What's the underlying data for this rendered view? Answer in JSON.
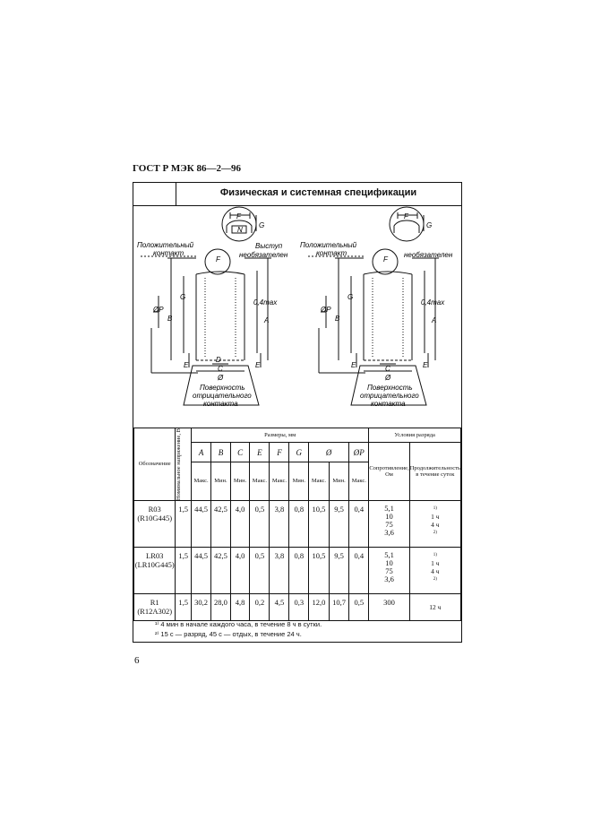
{
  "doc": {
    "header": "ГОСТ Р МЭК 86—2—96",
    "page_number": "6",
    "title": "Физическая и системная спецификации"
  },
  "drawing": {
    "labels": {
      "positive_1": "Положительный",
      "positive_2": "контакт",
      "bulge_1": "Выступ",
      "bulge_2": "необязателен",
      "negative_1": "Поверхность",
      "negative_2": "отрицательного",
      "negative_3": "контакта",
      "F": "F",
      "N": "N",
      "G": "G",
      "A": "A",
      "B": "B",
      "C": "C",
      "D": "D",
      "E": "E",
      "dia": "Ø",
      "fiP": "ØP",
      "a04": "0,4max"
    }
  },
  "table": {
    "header": {
      "designation": "Обозначение",
      "voltage": "Номинальное напряжение, В",
      "dimensions": "Размеры, мм",
      "discharge": "Условия разряда",
      "cols": [
        "A",
        "B",
        "C",
        "E",
        "F",
        "G",
        "Ø",
        "ØP"
      ],
      "sub": [
        "Макс.",
        "Мин.",
        "Мин.",
        "Макс.",
        "Макс.",
        "Мин.",
        "Макс.",
        "Мин.",
        "Макс."
      ],
      "resistance": "Сопротивление, Ом",
      "duration": "Продолжительность в течение суток"
    },
    "rows": [
      {
        "name": "R03",
        "iec": "(R10G445)",
        "v": "1,5",
        "vals": [
          "44,5",
          "42,5",
          "4,0",
          "0,5",
          "3,8",
          "0,8",
          "10,5",
          "9,5",
          "0,4"
        ],
        "res": [
          "5,1",
          "10",
          "75",
          "3,6"
        ],
        "dur": [
          "1)",
          "1 ч",
          "4 ч",
          "2)"
        ]
      },
      {
        "name": "LR03",
        "iec": "(LR10G445)",
        "v": "1,5",
        "vals": [
          "44,5",
          "42,5",
          "4,0",
          "0,5",
          "3,8",
          "0,8",
          "10,5",
          "9,5",
          "0,4"
        ],
        "res": [
          "5,1",
          "10",
          "75",
          "3,6"
        ],
        "dur": [
          "1)",
          "1 ч",
          "4 ч",
          "2)"
        ]
      },
      {
        "name": "R1",
        "iec": "(R12A302)",
        "v": "1,5",
        "vals": [
          "30,2",
          "28,0",
          "4,8",
          "0,2",
          "4,5",
          "0,3",
          "12,0",
          "10,7",
          "0,5"
        ],
        "res": [
          "300"
        ],
        "dur": [
          "12 ч"
        ]
      }
    ],
    "footnotes": [
      "¹⁾ 4 мин в начале каждого часа, в течение 8 ч в сутки.",
      "²⁾ 15 с — разряд, 45 с — отдых, в течение 24 ч."
    ]
  }
}
